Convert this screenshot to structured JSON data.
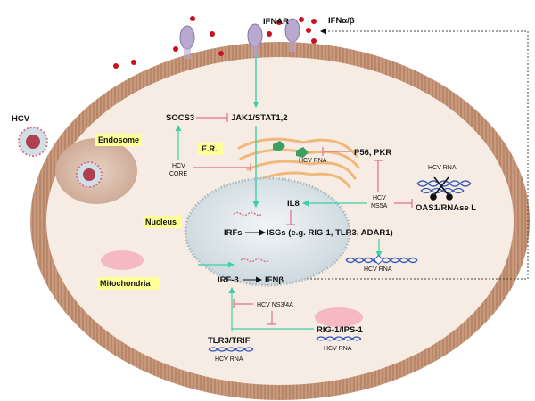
{
  "receptor": {
    "ifnar": "IFNAR",
    "ifn": "IFNα/β"
  },
  "virus": {
    "hcv": "HCV"
  },
  "compartments": {
    "endosome": "Endosome",
    "er": "E.R.",
    "nucleus": "Nucleus",
    "mitochondria": "Mitochondria"
  },
  "nodes": {
    "socs3": "SOCS3",
    "jak_stat": "JAK1/STAT1,2",
    "hcv_core": "HCV CORE",
    "hcv_core_l1": "HCV",
    "hcv_core_l2": "CORE",
    "hcv_rna_er": "HCV RNA",
    "p56_pkr": "P56, PKR",
    "hcv_rna_oas": "HCV RNA",
    "oas1": "OAS1/RNAse L",
    "hcv_ns5a_l1": "HCV",
    "hcv_ns5a_l2": "NS5A",
    "il8": "IL8",
    "irfs": "IRFs",
    "isgs": "ISGs (e.g. RIG-1, TLR3, ADAR1)",
    "hcv_rna_nuc": "HCV RNA",
    "irf3": "IRF-3",
    "ifnb": "IFNβ",
    "hcv_ns34a": "HCV NS3/4A",
    "rig1": "RIG-1/IPS-1",
    "tlr3": "TLR3/TRIF",
    "hcv_rna_tlr3": "HCV RNA",
    "hcv_rna_rig": "HCV RNA"
  },
  "colors": {
    "membrane": "#c8997d",
    "cytoplasm": "#f6ece3",
    "activation": "#3ecfa6",
    "inhibition": "#e0708a",
    "label_box": "#ffff99",
    "ifn_dot": "#cc1020",
    "rna_blue": "#3a5ab8"
  }
}
